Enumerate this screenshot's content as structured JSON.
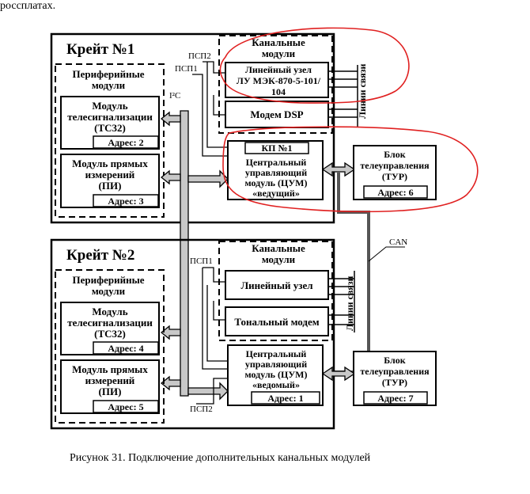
{
  "top_fragment": "россплатах.",
  "caption": "Рисунок 31. Подключение дополнительных канальных модулей",
  "crate1": {
    "title": "Крейт №1",
    "peripheral_title": [
      "Периферийные",
      "модули"
    ],
    "channel_title": [
      "Канальные",
      "модули"
    ],
    "ts_module": {
      "lines": [
        "Модуль",
        "телесигнализации",
        "(ТС32)"
      ],
      "address": "Адрес: 2"
    },
    "pi_module": {
      "lines": [
        "Модуль прямых",
        "измерений",
        "(ПИ)"
      ],
      "address": "Адрес: 3"
    },
    "line_node": [
      "Линейный узел",
      "ЛУ МЭК-870-5-101/",
      "104"
    ],
    "modem": "Модем DSP",
    "kp": "КП №1",
    "cum": [
      "Центральный",
      "управляющий",
      "модуль (ЦУМ)",
      "«ведущий»"
    ],
    "comm_lines": "Линии связи",
    "i2c": "I²C",
    "psp2": "ПСП2",
    "psp1": "ПСП1"
  },
  "tur1": {
    "lines": [
      "Блок",
      "телеуправления",
      "(ТУР)"
    ],
    "address": "Адрес: 6"
  },
  "can": "CAN",
  "crate2": {
    "title": "Крейт №2",
    "peripheral_title": [
      "Периферийные",
      "модули"
    ],
    "channel_title": [
      "Канальные",
      "модули"
    ],
    "ts_module": {
      "lines": [
        "Модуль",
        "телесигнализации",
        "(ТС32)"
      ],
      "address": "Адрес: 4"
    },
    "pi_module": {
      "lines": [
        "Модуль прямых",
        "измерений",
        "(ПИ)"
      ],
      "address": "Адрес: 5"
    },
    "line_node": "Линейный узел",
    "modem": "Тональный модем",
    "cum": [
      "Центральный",
      "управляющий",
      "модуль (ЦУМ)",
      "«ведомый»"
    ],
    "cum_address": "Адрес: 1",
    "comm_lines": "Линии связи",
    "psp1": "ПСП1",
    "psp2": "ПСП2"
  },
  "tur2": {
    "lines": [
      "Блок",
      "телеуправления",
      "(ТУР)"
    ],
    "address": "Адрес: 7"
  },
  "annotation_color": "#e02020"
}
